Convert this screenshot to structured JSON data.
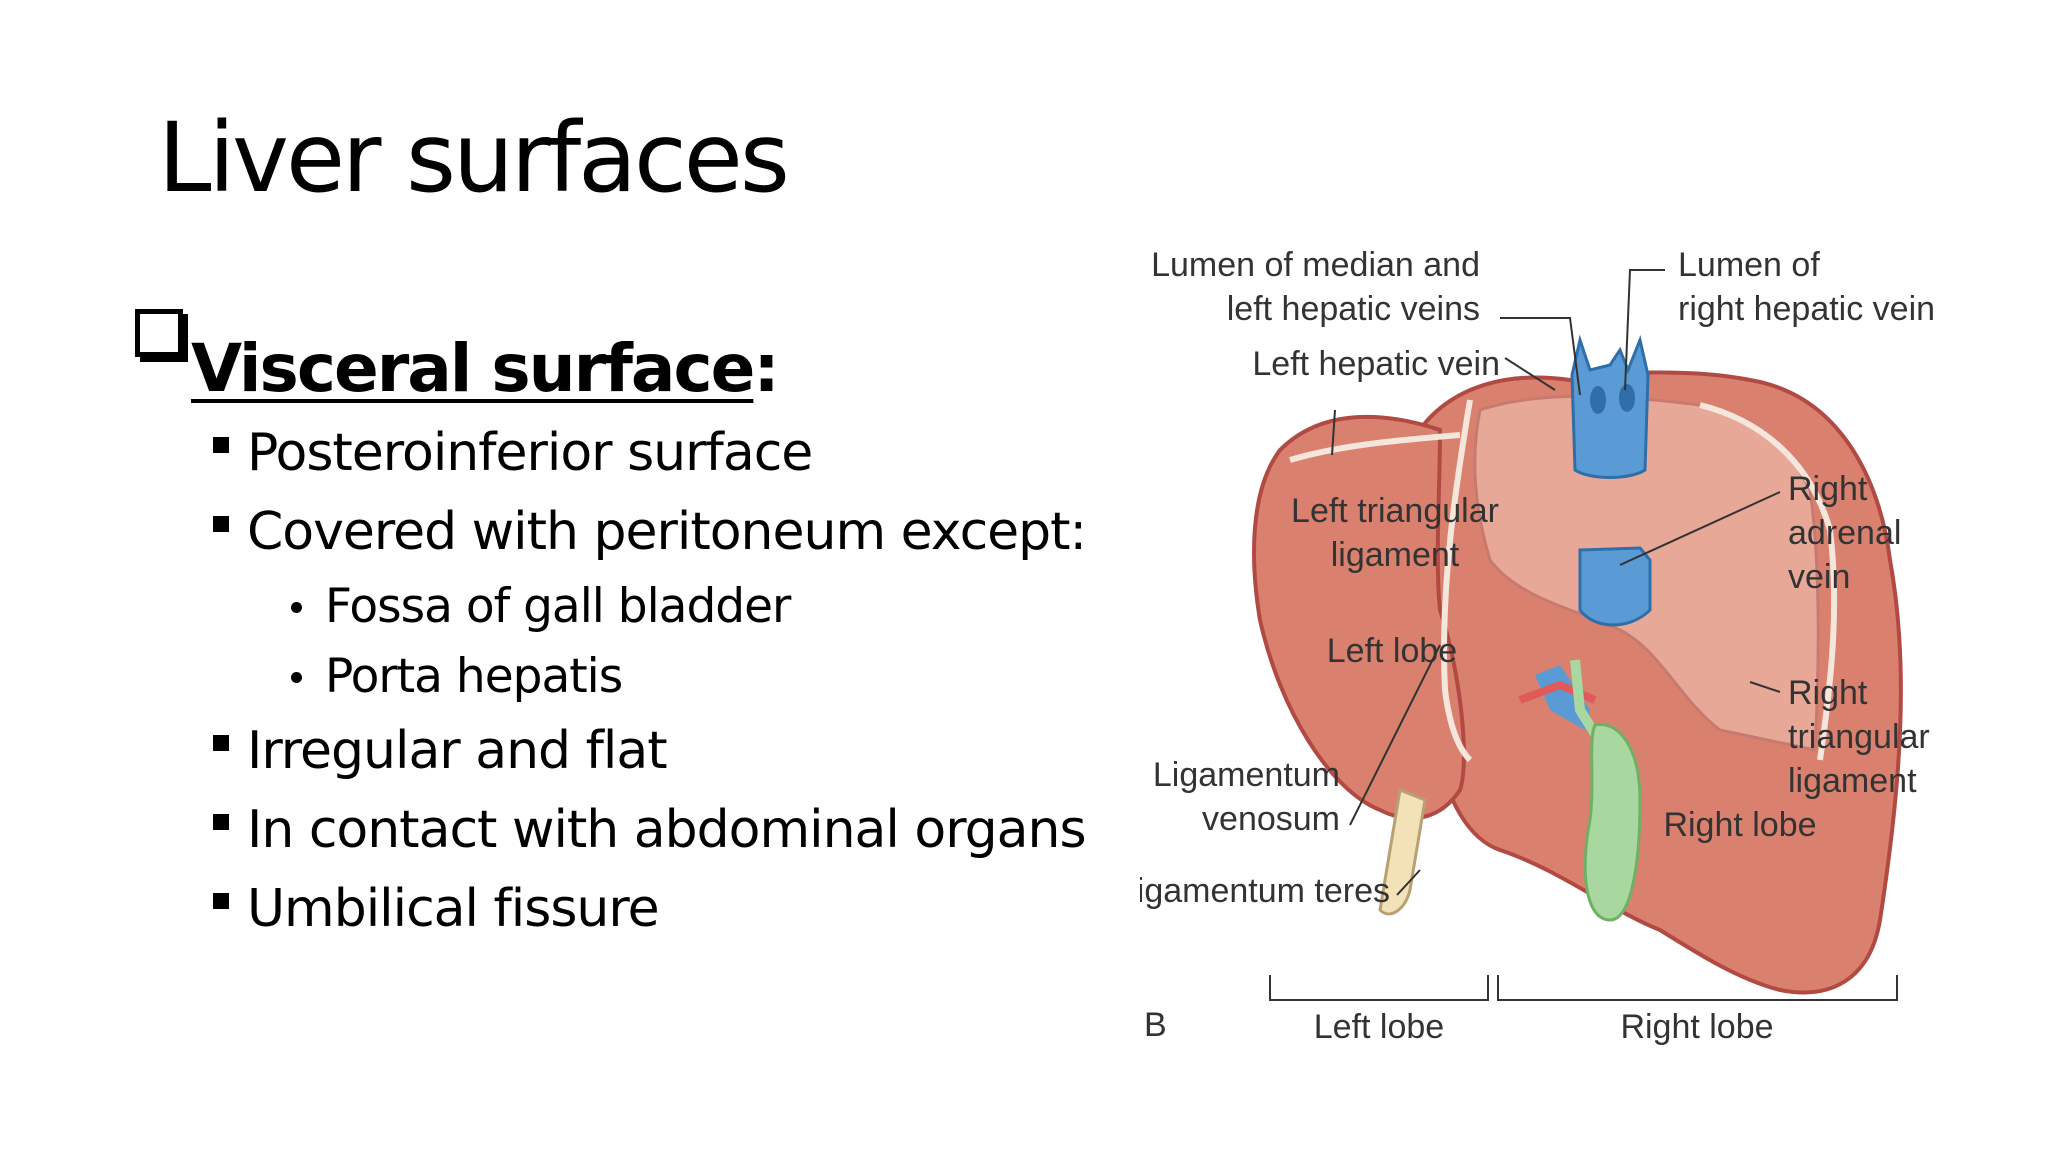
{
  "slide": {
    "title": "Liver surfaces",
    "heading": {
      "label": "Visceral surface",
      "suffix": ":"
    },
    "bullets": [
      {
        "text": "Posteroinferior surface"
      },
      {
        "text": "Covered with peritoneum except:"
      },
      {
        "text": "Irregular and flat"
      },
      {
        "text": "In contact with abdominal organs"
      },
      {
        "text": "Umbilical fissure"
      }
    ],
    "sub_bullets": [
      {
        "text": "Fossa of gall bladder"
      },
      {
        "text": "Porta hepatis"
      }
    ]
  },
  "figure": {
    "labels": {
      "lumen_median_left_1": "Lumen of median and",
      "lumen_median_left_2": "left hepatic veins",
      "lumen_right_1": "Lumen of",
      "lumen_right_2": "right hepatic vein",
      "left_hepatic_vein": "Left hepatic vein",
      "left_triangular_1": "Left triangular",
      "left_triangular_2": "ligament",
      "left_lobe_inner": "Left lobe",
      "right_adrenal_1": "Right",
      "right_adrenal_2": "adrenal",
      "right_adrenal_3": "vein",
      "right_triangular_1": "Right",
      "right_triangular_2": "triangular",
      "right_triangular_3": "ligament",
      "lig_venosum_1": "Ligamentum",
      "lig_venosum_2": "venosum",
      "lig_teres": "Ligamentum teres",
      "right_lobe_inner": "Right lobe",
      "panel_letter": "B",
      "left_lobe_bracket": "Left lobe",
      "right_lobe_bracket": "Right lobe"
    },
    "colors": {
      "liver": "#d9806e",
      "liver_light": "#e8a898",
      "vein": "#5b9bd5",
      "gallbladder": "#a8d8a0",
      "artery": "#e05a5a",
      "ligament": "#f3e2b8"
    }
  }
}
